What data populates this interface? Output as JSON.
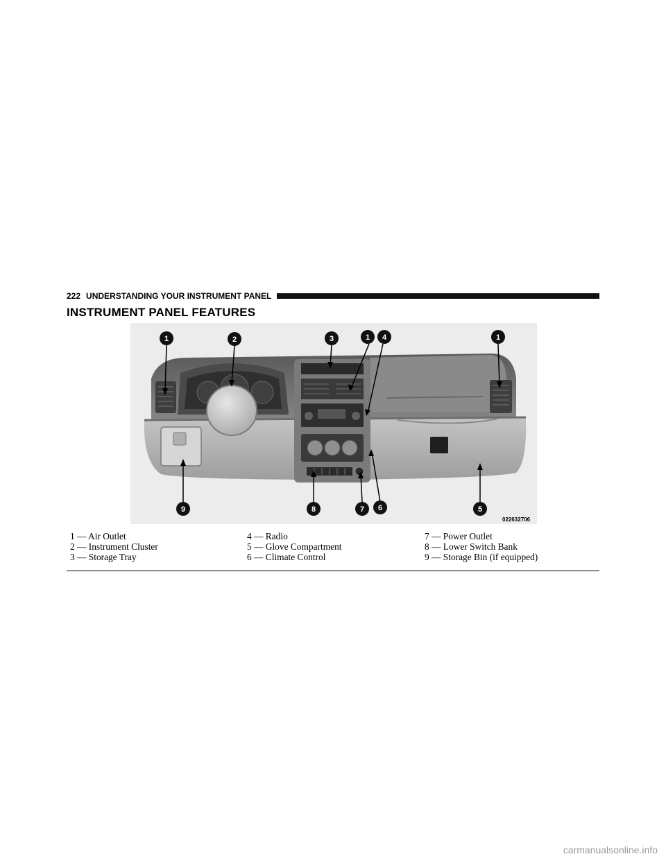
{
  "header": {
    "page_number": "222",
    "running_title": "UNDERSTANDING YOUR INSTRUMENT PANEL"
  },
  "section_title": "INSTRUMENT PANEL FEATURES",
  "figure": {
    "image_code": "022632706",
    "callouts": [
      "1",
      "2",
      "3",
      "1",
      "4",
      "1",
      "9",
      "8",
      "7",
      "6",
      "5"
    ]
  },
  "legend": {
    "col1": [
      "1 — Air Outlet",
      "2 — Instrument Cluster",
      "3 — Storage Tray"
    ],
    "col2": [
      "4 — Radio",
      "5 — Glove Compartment",
      "6 — Climate Control"
    ],
    "col3": [
      "7 — Power Outlet",
      "8 — Lower Switch Bank",
      "9 — Storage Bin (if equipped)"
    ]
  },
  "watermark": "carmanualsonline.info"
}
